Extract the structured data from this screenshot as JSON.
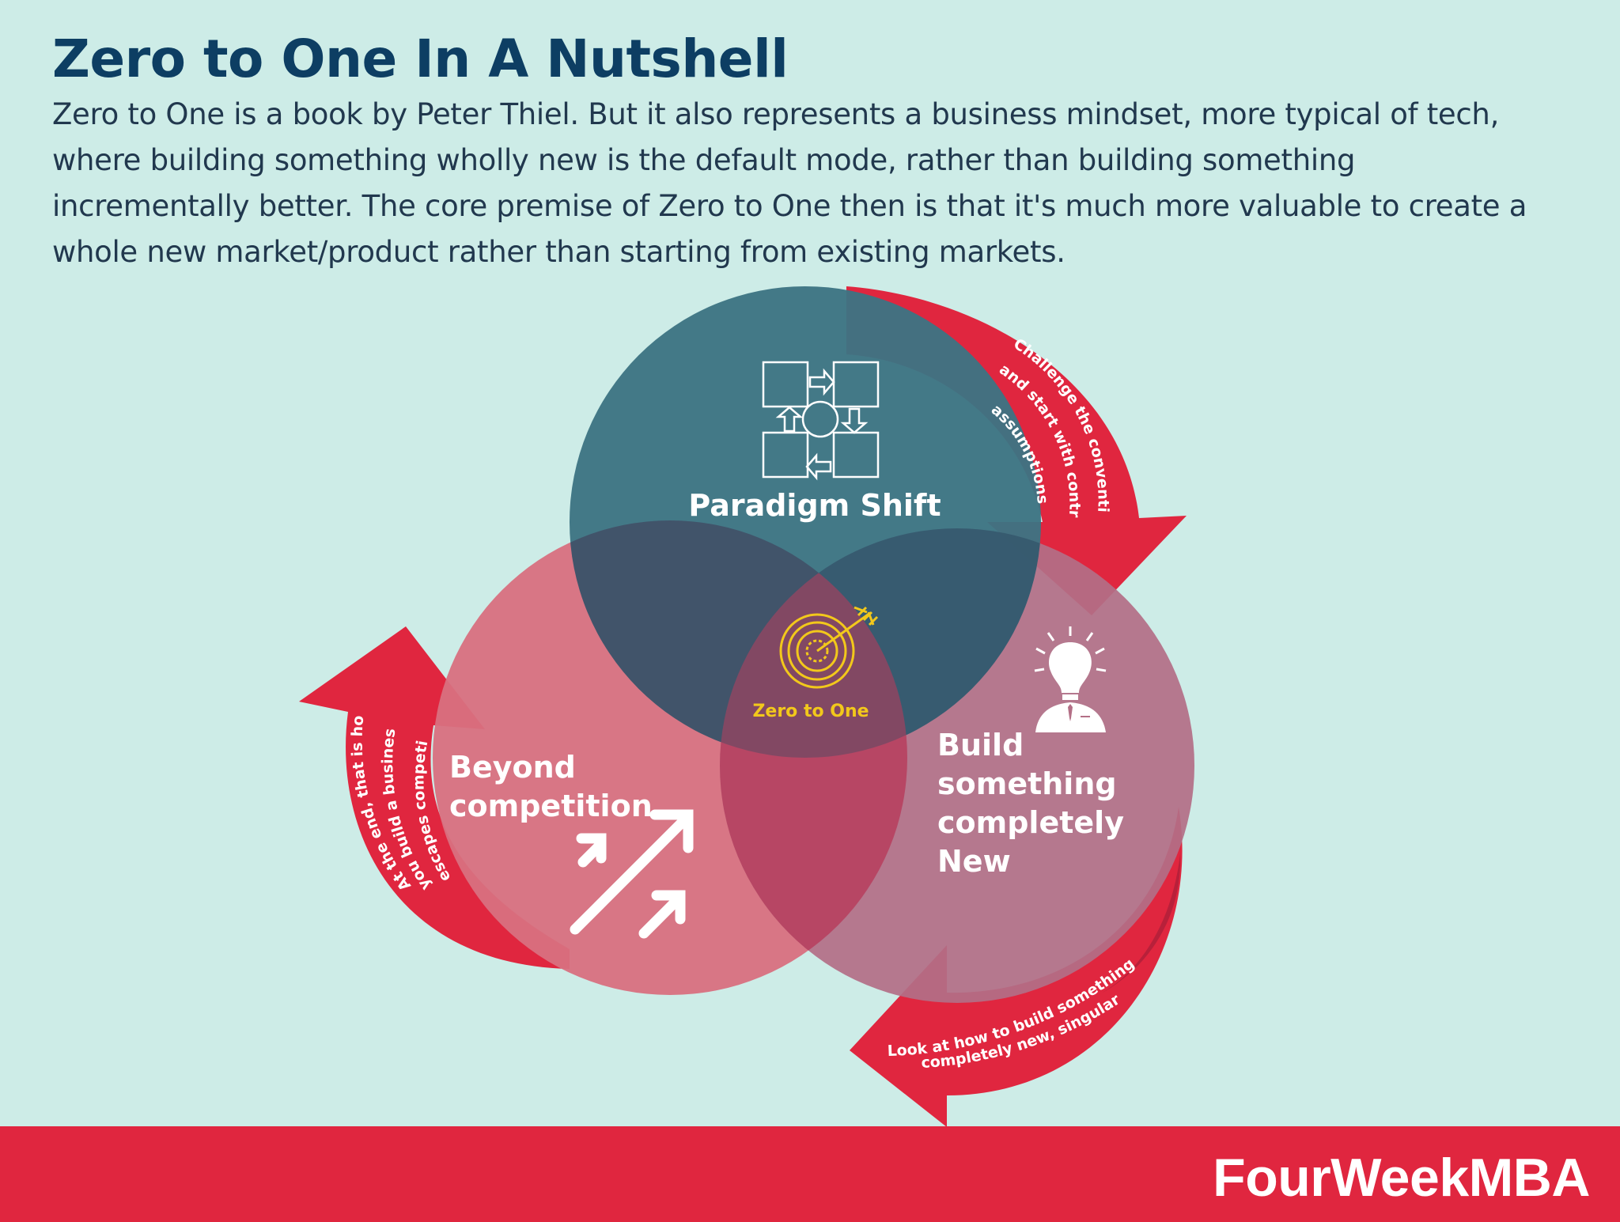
{
  "header": {
    "title": "Zero to One In A Nutshell",
    "intro": "Zero to One is a book by Peter Thiel. But it also represents a business mindset, more typical of tech, where building something wholly new is the default mode, rather than building something incrementally better. The core premise of Zero to One then is that it's much more valuable to create a whole new market/product rather than starting from existing markets."
  },
  "diagram": {
    "circles": {
      "top": {
        "label": "Paradigm Shift",
        "color": "#3d7483",
        "icon": "paradigm-shift-icon"
      },
      "left": {
        "label_lines": [
          "Beyond",
          "competition"
        ],
        "color": "#d8707f",
        "icon": "growth-arrows-icon"
      },
      "right": {
        "label_lines": [
          "Build",
          "something",
          "completely",
          "New"
        ],
        "color": "#b36f86",
        "icon": "lightbulb-person-icon"
      },
      "center": {
        "label": "Zero to One",
        "color": "#f2c81b",
        "icon": "target-icon"
      }
    },
    "arrows": {
      "right": {
        "lines": [
          "Challenge the conventional,",
          "and start with contrarian",
          "assumptions"
        ]
      },
      "bottom": {
        "lines": [
          "Look at how to build something",
          "completely new, singular!"
        ]
      },
      "left": {
        "lines": [
          "At the end, that is how",
          "you build a business that",
          "escapes competition"
        ]
      }
    },
    "colors": {
      "arrow": "#e0263f",
      "background": "#cdece7",
      "title": "#0d3e63"
    }
  },
  "footer": {
    "brand": "FourWeekMBA"
  }
}
